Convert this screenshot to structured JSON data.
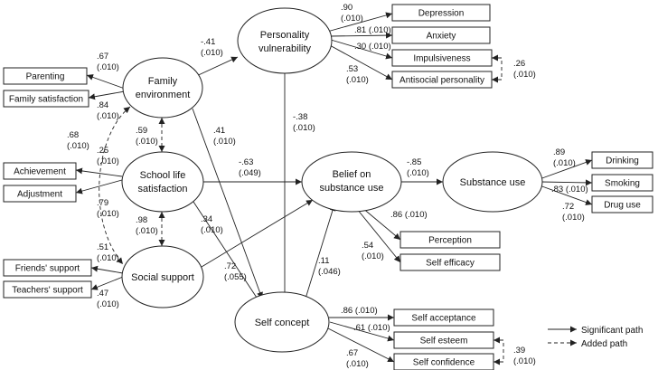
{
  "latent": {
    "personality": [
      "Personality",
      "vulnerability"
    ],
    "family": [
      "Family",
      "environment"
    ],
    "school": [
      "School life",
      "satisfaction"
    ],
    "social": "Social support",
    "belief": [
      "Belief on",
      "substance use"
    ],
    "substance": "Substance use",
    "self_concept": "Self concept"
  },
  "observed": {
    "parenting": "Parenting",
    "family_satisfaction": "Family satisfaction",
    "achievement": "Achievement",
    "adjustment": "Adjustment",
    "friends_support": "Friends' support",
    "teachers_support": "Teachers' support",
    "depression": "Depression",
    "anxiety": "Anxiety",
    "impulsiveness": "Impulsiveness",
    "antisocial": "Antisocial personality",
    "drinking": "Drinking",
    "smoking": "Smoking",
    "drug_use": "Drug use",
    "perception": "Perception",
    "self_efficacy": "Self efficacy",
    "self_acceptance": "Self acceptance",
    "self_esteem": "Self esteem",
    "self_confidence": "Self confidence"
  },
  "coefficients": {
    "parenting": [
      ".67",
      "(.010)"
    ],
    "family_satisfaction": [
      ".84",
      "(.010)"
    ],
    "achievement": [
      ".25",
      "(.010)"
    ],
    "adjustment": [
      ".79",
      "(.010)"
    ],
    "friends": [
      ".51",
      "(.010)"
    ],
    "teachers": [
      ".47",
      "(.010)"
    ],
    "fam_social": [
      ".68",
      "(.010)"
    ],
    "fam_school": [
      ".59",
      "(.010)"
    ],
    "school_social": [
      ".98",
      "(.010)"
    ],
    "fam_pers": [
      "-.41",
      "(.010)"
    ],
    "fam_self": [
      ".41",
      "(.010)"
    ],
    "pers_self": [
      "-.38",
      "(.010)"
    ],
    "school_belief": [
      "-.63",
      "(.049)"
    ],
    "school_self": [
      ".34",
      "(.010)"
    ],
    "social_belief": [
      ".72",
      "(.055)"
    ],
    "self_belief": [
      ".11",
      "(.046)"
    ],
    "belief_subst": [
      "-.85",
      "(.010)"
    ],
    "depression": [
      ".90",
      "(.010)"
    ],
    "anxiety": ".81 (.010)",
    "impulsiveness": ".30 (.010)",
    "antisocial": [
      ".53",
      "(.010)"
    ],
    "imp_anti": [
      ".26",
      "(.010)"
    ],
    "drinking": [
      ".89",
      "(.010)"
    ],
    "smoking": ".83 (.010)",
    "drug_use": [
      ".72",
      "(.010)"
    ],
    "perception": ".86 (.010)",
    "self_efficacy": [
      ".54",
      "(.010)"
    ],
    "self_acceptance": ".86 (.010)",
    "self_esteem": ".61 (.010)",
    "self_confidence": [
      ".67",
      "(.010)"
    ],
    "esteem_conf": [
      ".39",
      "(.010)"
    ]
  },
  "legend": {
    "significant": "Significant path",
    "added": "Added path"
  }
}
